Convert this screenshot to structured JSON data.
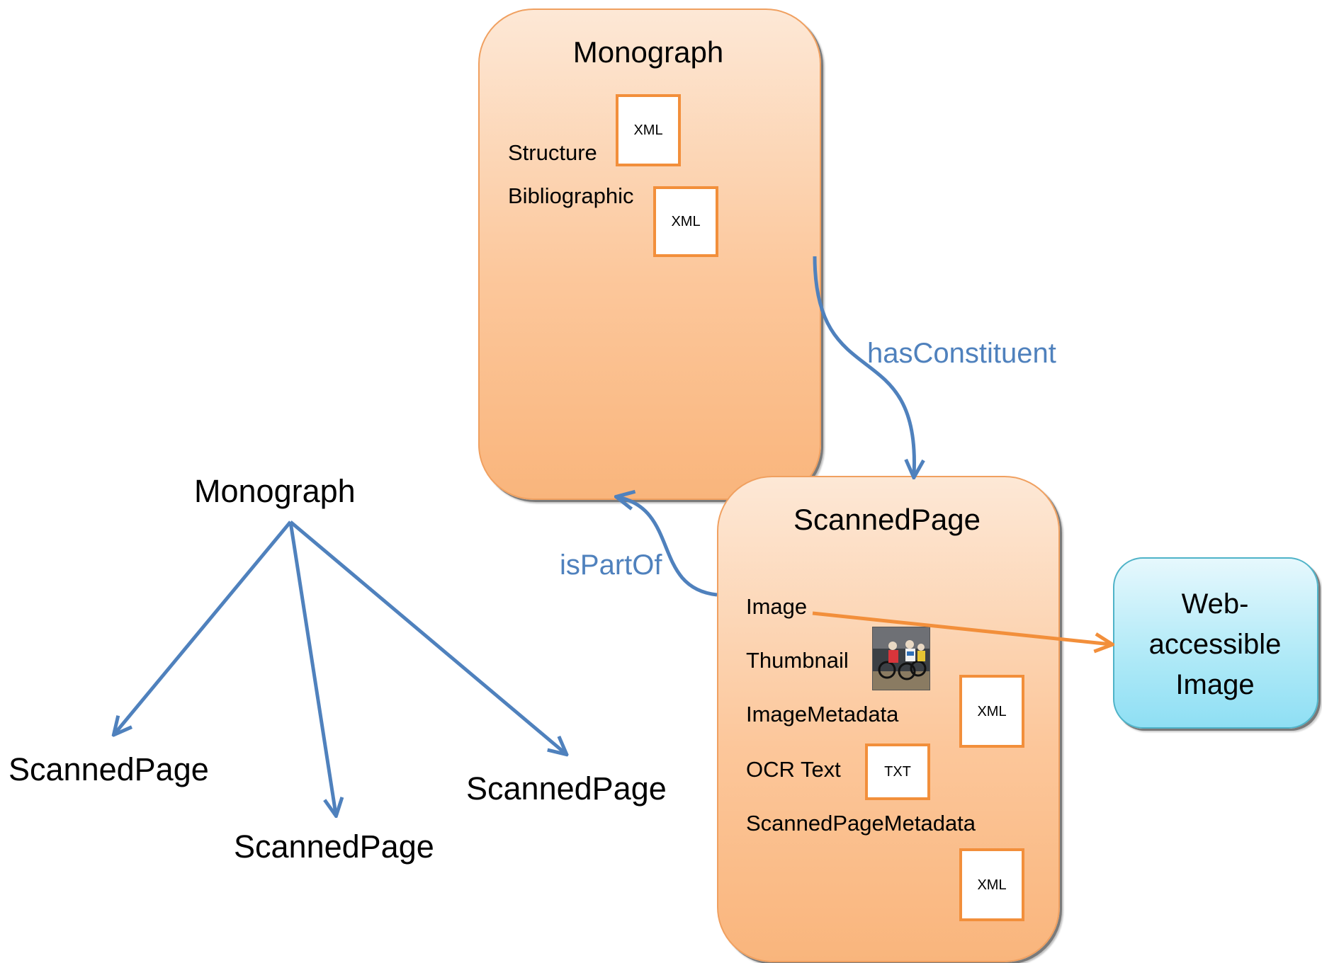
{
  "monograph_box": {
    "title": "Monograph",
    "items": [
      {
        "label": "Structure",
        "file": "XML"
      },
      {
        "label": "Bibliographic",
        "file": "XML"
      }
    ]
  },
  "scanned_page_box": {
    "title": "ScannedPage",
    "image_label": "Image",
    "thumbnail_label": "Thumbnail",
    "image_metadata_label": "ImageMetadata",
    "image_metadata_file": "XML",
    "ocr_label": "OCR Text",
    "ocr_file": "TXT",
    "scanned_page_metadata_label": "ScannedPageMetadata",
    "scanned_page_metadata_file": "XML"
  },
  "web_image_box": {
    "title": "Web-accessible Image"
  },
  "relations": {
    "has_constituent": "hasConstituent",
    "is_part_of": "isPartOf"
  },
  "tree": {
    "root": "Monograph",
    "children": [
      "ScannedPage",
      "ScannedPage",
      "ScannedPage"
    ]
  },
  "colors": {
    "box_orange_border": "#f0a060",
    "file_border": "#f28f3b",
    "relation_blue": "#4f81bd",
    "web_box_border": "#4fb3c8"
  }
}
